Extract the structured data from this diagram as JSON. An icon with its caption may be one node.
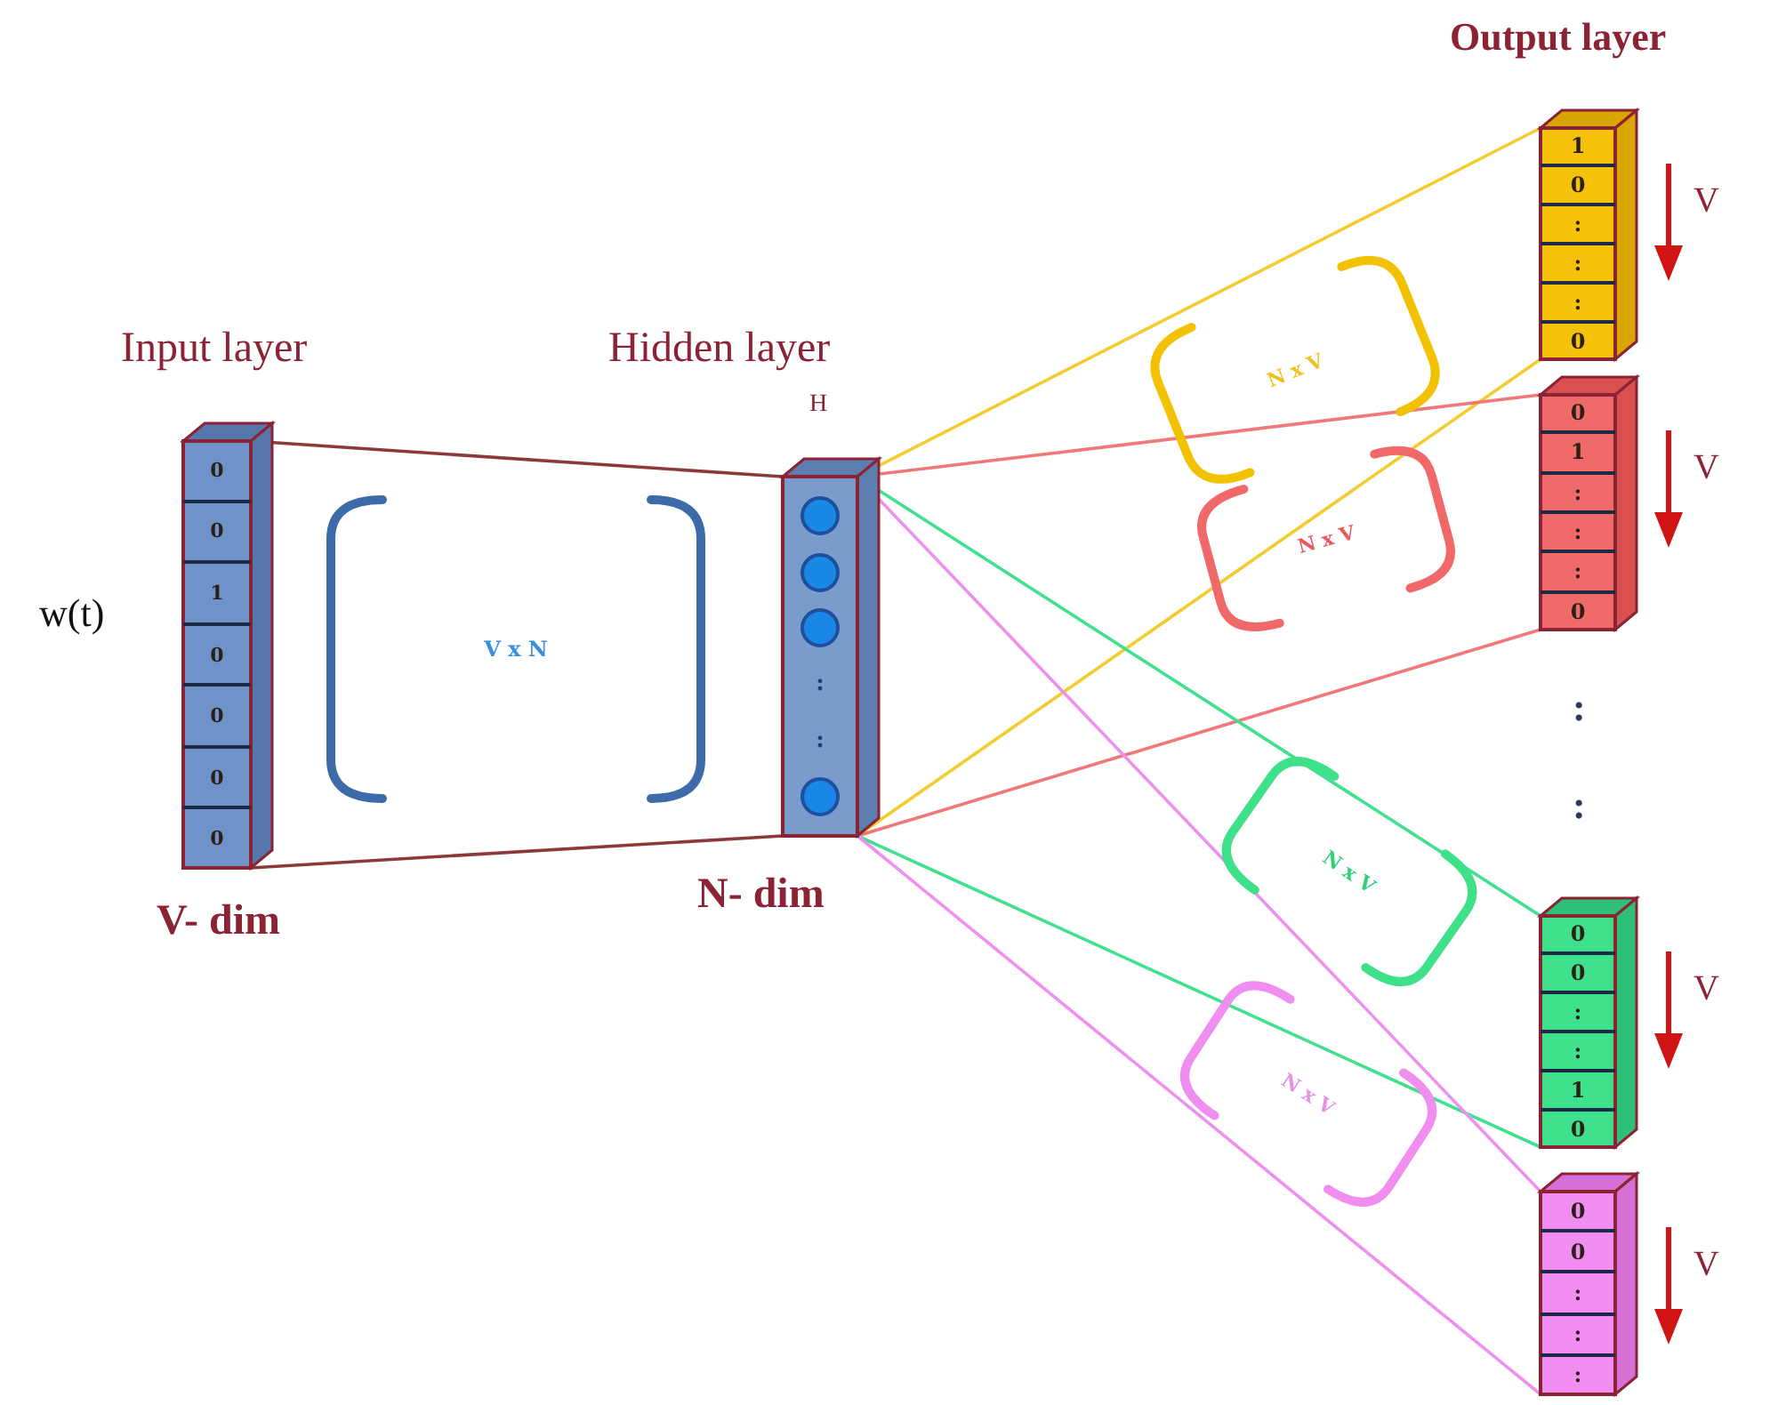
{
  "diagram": {
    "nodes": [
      {
        "text": [
          "0",
          "0",
          "1",
          "0",
          "0",
          "0",
          "0"
        ],
        "beside": [
          "Input layer",
          "V- dim"
        ]
      },
      {
        "text": [
          ":",
          ":"
        ],
        "beside": [
          "Hidden layer",
          "H",
          "N- dim"
        ]
      },
      {
        "text": [
          "1",
          "0",
          ":",
          ":",
          ":",
          "0"
        ],
        "beside": [
          "V"
        ]
      },
      {
        "text": [
          "0",
          "1",
          ":",
          ":",
          ":",
          "0"
        ],
        "beside": [
          "V"
        ]
      },
      {
        "text": [
          "0",
          "0",
          ":",
          ":",
          "1",
          "0"
        ],
        "beside": [
          "V"
        ]
      },
      {
        "text": [
          "0",
          "0",
          ":",
          ":",
          ":"
        ],
        "beside": [
          "V"
        ]
      }
    ],
    "edges": [
      {
        "from": 0,
        "to": 1,
        "arrow": "none",
        "color": "#8b3a3a"
      },
      {
        "from": 0,
        "to": 1,
        "arrow": "none",
        "color": "#8b3a3a"
      },
      {
        "from": 1,
        "to": 2,
        "arrow": "none",
        "color": "#f2cc30"
      },
      {
        "from": 1,
        "to": 2,
        "arrow": "none",
        "color": "#f2cc30"
      },
      {
        "from": 1,
        "to": 3,
        "arrow": "none",
        "color": "#f07878"
      },
      {
        "from": 1,
        "to": 3,
        "arrow": "none",
        "color": "#f07878"
      },
      {
        "from": 1,
        "to": 4,
        "arrow": "none",
        "color": "#40e08e"
      },
      {
        "from": 1,
        "to": 4,
        "arrow": "none",
        "color": "#40e08e"
      },
      {
        "from": 1,
        "to": 5,
        "arrow": "none",
        "color": "#ee90ee"
      },
      {
        "from": 1,
        "to": 5,
        "arrow": "none",
        "color": "#ee90ee"
      }
    ],
    "labels": [
      "Output layer",
      "w(t)",
      "V x N",
      "N x V",
      "N x V",
      ":",
      ":",
      "N x V",
      "N x V"
    ]
  }
}
